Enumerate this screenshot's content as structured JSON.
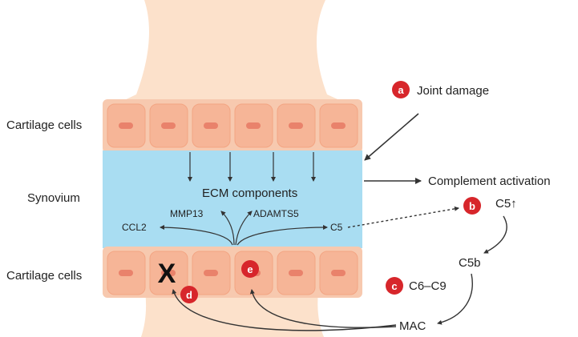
{
  "labels": {
    "cartilage_top": "Cartilage cells",
    "synovium": "Synovium",
    "cartilage_bottom": "Cartilage cells",
    "joint_damage": "Joint damage",
    "complement_activation": "Complement activation",
    "c5_up": "C5↑",
    "c5b": "C5b",
    "c6_c9": "C6–C9",
    "mac": "MAC",
    "ecm": "ECM components",
    "mmp13": "MMP13",
    "adamts5": "ADAMTS5",
    "ccl2": "CCL2",
    "c5": "C5"
  },
  "markers": {
    "a": "a",
    "b": "b",
    "c": "c",
    "d": "d",
    "e": "e"
  },
  "cross_mark": "X",
  "colors": {
    "bone": "#FCE1CB",
    "cell_fill": "#F6B597",
    "cell_band": "#F7C9AF",
    "nucleus": "#E9826B",
    "synovium": "#A9DDF2",
    "marker_red": "#D7262B",
    "arrow": "#333333"
  }
}
